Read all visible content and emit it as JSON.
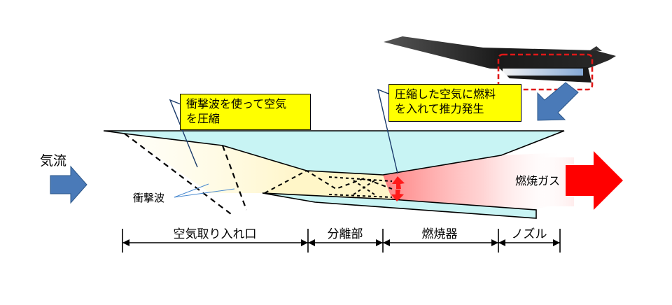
{
  "callouts": {
    "shock_compression": [
      "衝撃波を使って空気",
      "を圧縮"
    ],
    "combustion": [
      "圧縮した空気に燃料",
      "を入れて推力発生"
    ]
  },
  "labels": {
    "airflow": "気流",
    "shockwave": "衝撃波",
    "exhaust": "燃焼ガス"
  },
  "sections": [
    {
      "label": "空気取り入れ口"
    },
    {
      "label": "分離部"
    },
    {
      "label": "燃焼器"
    },
    {
      "label": "ノズル"
    }
  ],
  "colors": {
    "intake_fill": "#c8f4f4",
    "callout_fill": "#ffff00",
    "flow_arrow": "#4a7ab8",
    "exhaust_arrow": "#ff0000",
    "focus_box": "#e01818",
    "pointer_arrow": "#4a7ab8"
  },
  "icons": {
    "aircraft": "hypersonic-aircraft-silhouette"
  }
}
